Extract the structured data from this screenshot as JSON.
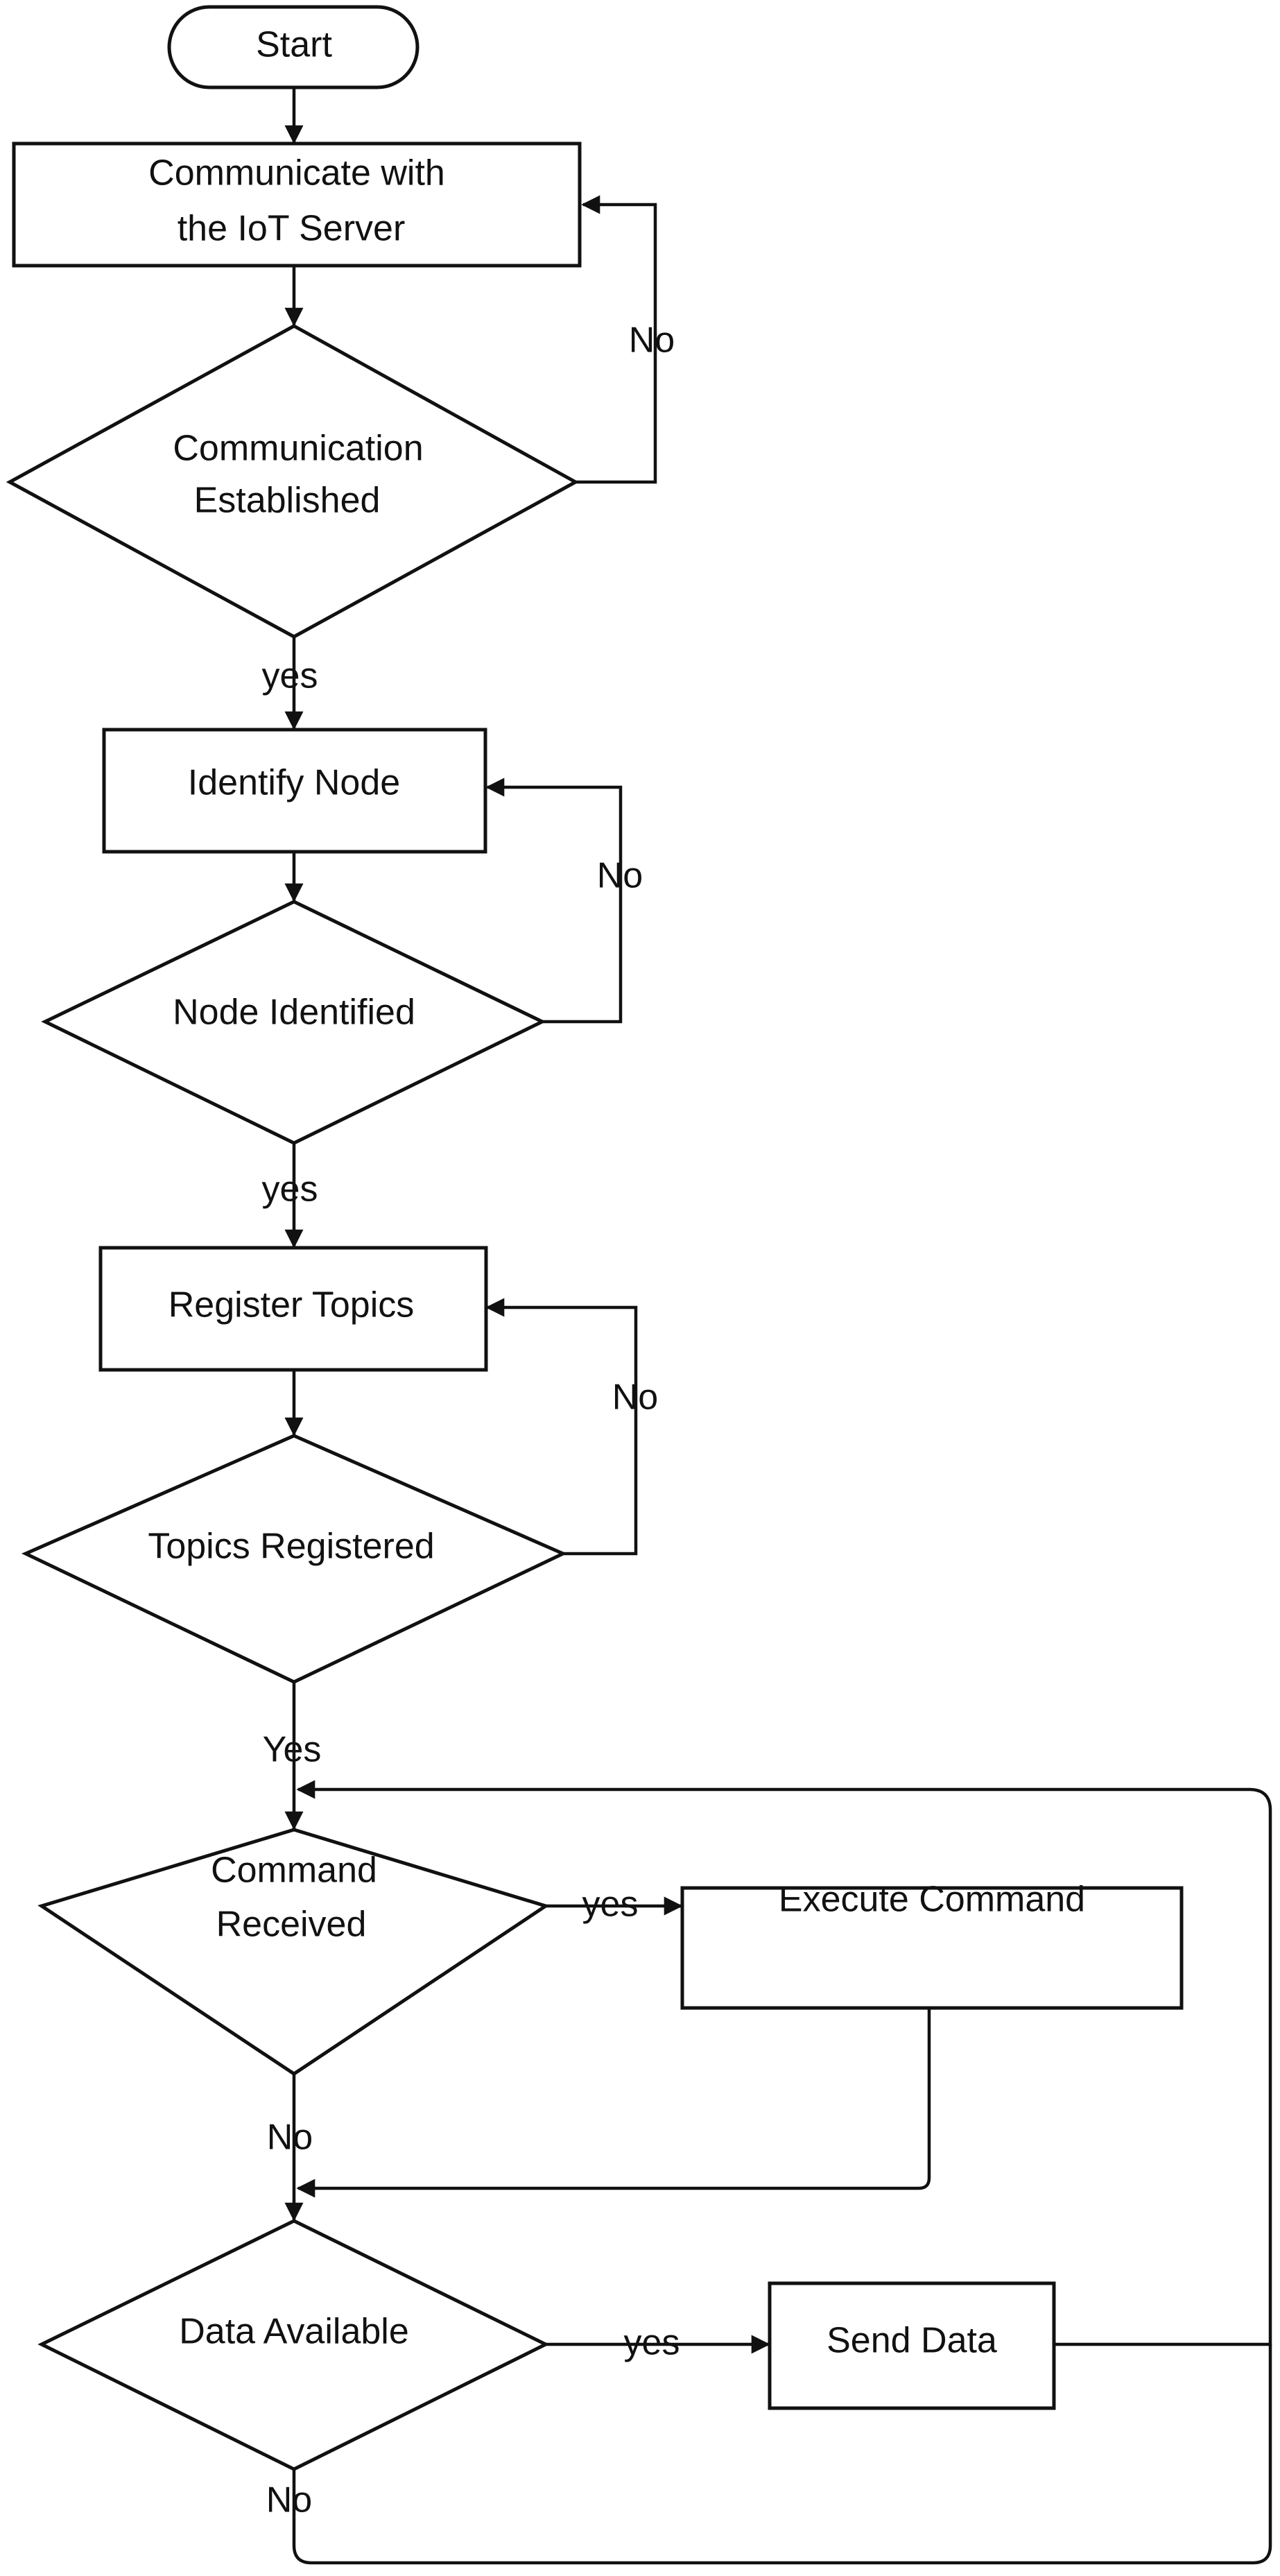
{
  "nodes": {
    "start": "Start",
    "communicate_l1": "Communicate with",
    "communicate_l2": "the IoT Server",
    "comm_est_l1": "Communication",
    "comm_est_l2": "Established",
    "identify": "Identify Node",
    "node_identified": "Node Identified",
    "register": "Register Topics",
    "topics_registered": "Topics Registered",
    "cmd_recv_l1": "Command",
    "cmd_recv_l2": "Received",
    "execute": "Execute Command",
    "data_avail": "Data Available",
    "send": "Send Data"
  },
  "edges": {
    "no_1": "No",
    "yes_1": "yes",
    "no_2": "No",
    "yes_2": "yes",
    "no_3": "No",
    "yes_3": "Yes",
    "yes_cmd": "yes",
    "no_cmd": "No",
    "yes_data": "yes",
    "no_data": "No"
  }
}
